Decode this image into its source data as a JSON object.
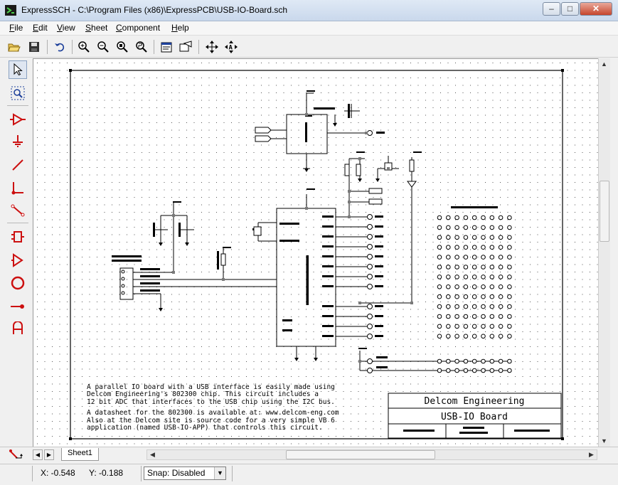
{
  "window": {
    "title": "ExpressSCH - C:\\Program Files (x86)\\ExpressPCB\\USB-IO-Board.sch",
    "minimize": "–",
    "maximize": "□",
    "close": "✕"
  },
  "menu": [
    "File",
    "Edit",
    "View",
    "Sheet",
    "Component",
    "Help"
  ],
  "toolbar": {
    "buttons": [
      "open-icon",
      "save-icon",
      "undo-icon",
      "zoom-in-icon",
      "zoom-out-icon",
      "zoom-fit-icon",
      "zoom-page-icon",
      "properties-icon",
      "component-icon",
      "pan-icon",
      "center-icon"
    ]
  },
  "left_tools": [
    "select-pointer",
    "zoom-select",
    "component-tool",
    "ground-tool",
    "wire-tool",
    "corner-wire-tool",
    "connect-tool",
    "part-tool",
    "module-tool",
    "circle-tool",
    "pin-tool",
    "text-tool"
  ],
  "schematic": {
    "note_lines": [
      "A parallel IO board with a USB interface is easily made using",
      "Delcom Engineering's 802300 chip.  This circuit includes a",
      "12 bit ADC that interfaces to the USB chip using the I2C bus.",
      "A datasheet for the 802300 is available at:  www.delcom-eng.com",
      "Also at the Delcom site is source code for a very simple VB 6",
      "application (named USB-IO-APP) that controls this circuit."
    ],
    "titleblock": {
      "company": "Delcom Engineering",
      "board": "USB-IO Board"
    }
  },
  "sheet": {
    "tab": "Sheet1"
  },
  "status": {
    "x_label": "X: -0.548",
    "y_label": "Y: -0.188",
    "snap_label": "Snap:",
    "snap_value": "Disabled"
  },
  "colors": {
    "accent_red": "#cc1010",
    "ink": "#000000",
    "titlebar": "#c9d8ec"
  }
}
